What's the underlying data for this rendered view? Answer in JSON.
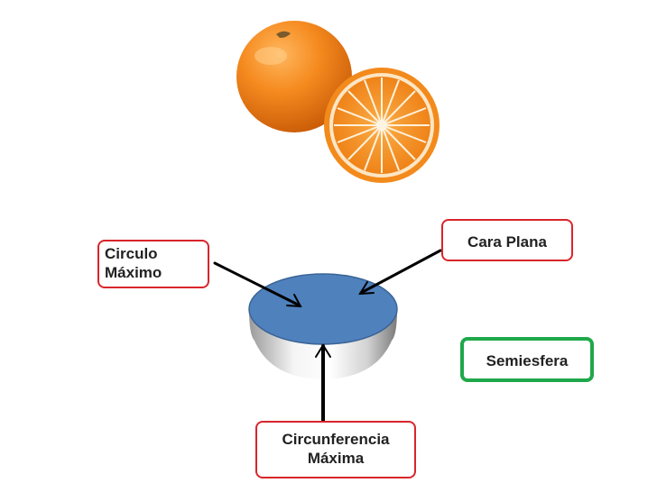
{
  "labels": {
    "circulo_maximo": [
      "Circulo",
      "Máximo"
    ],
    "cara_plana": "Cara Plana",
    "semiesfera": "Semiesfera",
    "circunferencia_maxima": [
      "Circunferencia",
      "Máxima"
    ]
  },
  "colors": {
    "orange_peel": "#f58220",
    "orange_flesh": "#f7941d",
    "hemisphere_face": "#4f81bd",
    "label_border_red": "#d9252b",
    "label_border_green": "#1fa84a"
  }
}
